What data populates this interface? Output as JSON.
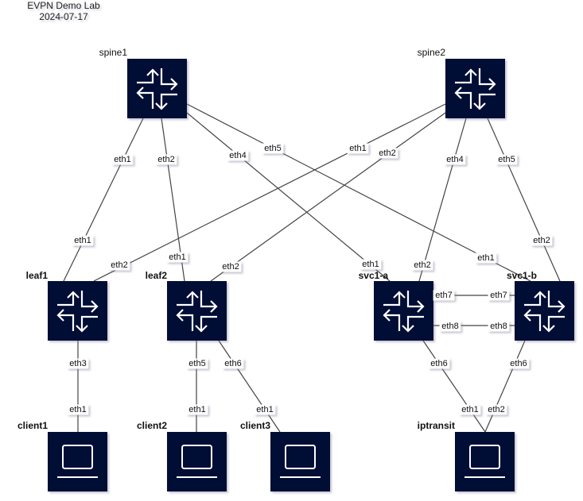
{
  "title": {
    "line1": "EVPN Demo Lab",
    "line2": "2024-07-17"
  },
  "colors": {
    "node_fill": "#001035",
    "icon": "#ffffff",
    "link": "#444444"
  },
  "nodes": [
    {
      "id": "spine1",
      "label": "spine1",
      "kind": "router",
      "icon": "router-icon",
      "bold": false
    },
    {
      "id": "spine2",
      "label": "spine2",
      "kind": "router",
      "icon": "router-icon",
      "bold": false
    },
    {
      "id": "leaf1",
      "label": "leaf1",
      "kind": "router",
      "icon": "router-icon",
      "bold": true
    },
    {
      "id": "leaf2",
      "label": "leaf2",
      "kind": "router",
      "icon": "router-icon",
      "bold": true
    },
    {
      "id": "svc1-a",
      "label": "svc1-a",
      "kind": "router",
      "icon": "router-icon",
      "bold": true
    },
    {
      "id": "svc1-b",
      "label": "svc1-b",
      "kind": "router",
      "icon": "router-icon",
      "bold": true
    },
    {
      "id": "client1",
      "label": "client1",
      "kind": "host",
      "icon": "laptop-icon",
      "bold": true
    },
    {
      "id": "client2",
      "label": "client2",
      "kind": "host",
      "icon": "laptop-icon",
      "bold": true
    },
    {
      "id": "client3",
      "label": "client3",
      "kind": "host",
      "icon": "laptop-icon",
      "bold": true
    },
    {
      "id": "iptransit",
      "label": "iptransit",
      "kind": "host",
      "icon": "laptop-icon",
      "bold": true
    }
  ],
  "links": [
    {
      "a": "spine1",
      "a_port": "eth1",
      "b": "leaf1",
      "b_port": "eth1"
    },
    {
      "a": "spine1",
      "a_port": "eth2",
      "b": "leaf2",
      "b_port": "eth1"
    },
    {
      "a": "spine1",
      "a_port": "eth4",
      "b": "svc1-a",
      "b_port": "eth1"
    },
    {
      "a": "spine1",
      "a_port": "eth5",
      "b": "svc1-b",
      "b_port": "eth1"
    },
    {
      "a": "spine2",
      "a_port": "eth1",
      "b": "leaf1",
      "b_port": "eth2"
    },
    {
      "a": "spine2",
      "a_port": "eth2",
      "b": "leaf2",
      "b_port": "eth2"
    },
    {
      "a": "spine2",
      "a_port": "eth4",
      "b": "svc1-a",
      "b_port": "eth2"
    },
    {
      "a": "spine2",
      "a_port": "eth5",
      "b": "svc1-b",
      "b_port": "eth2"
    },
    {
      "a": "svc1-a",
      "a_port": "eth7",
      "b": "svc1-b",
      "b_port": "eth7"
    },
    {
      "a": "svc1-a",
      "a_port": "eth8",
      "b": "svc1-b",
      "b_port": "eth8"
    },
    {
      "a": "leaf1",
      "a_port": "eth3",
      "b": "client1",
      "b_port": "eth1"
    },
    {
      "a": "leaf2",
      "a_port": "eth5",
      "b": "client2",
      "b_port": "eth1"
    },
    {
      "a": "leaf2",
      "a_port": "eth6",
      "b": "client3",
      "b_port": "eth1"
    },
    {
      "a": "svc1-a",
      "a_port": "eth6",
      "b": "iptransit",
      "b_port": "eth1"
    },
    {
      "a": "svc1-b",
      "a_port": "eth6",
      "b": "iptransit",
      "b_port": "eth2"
    }
  ]
}
